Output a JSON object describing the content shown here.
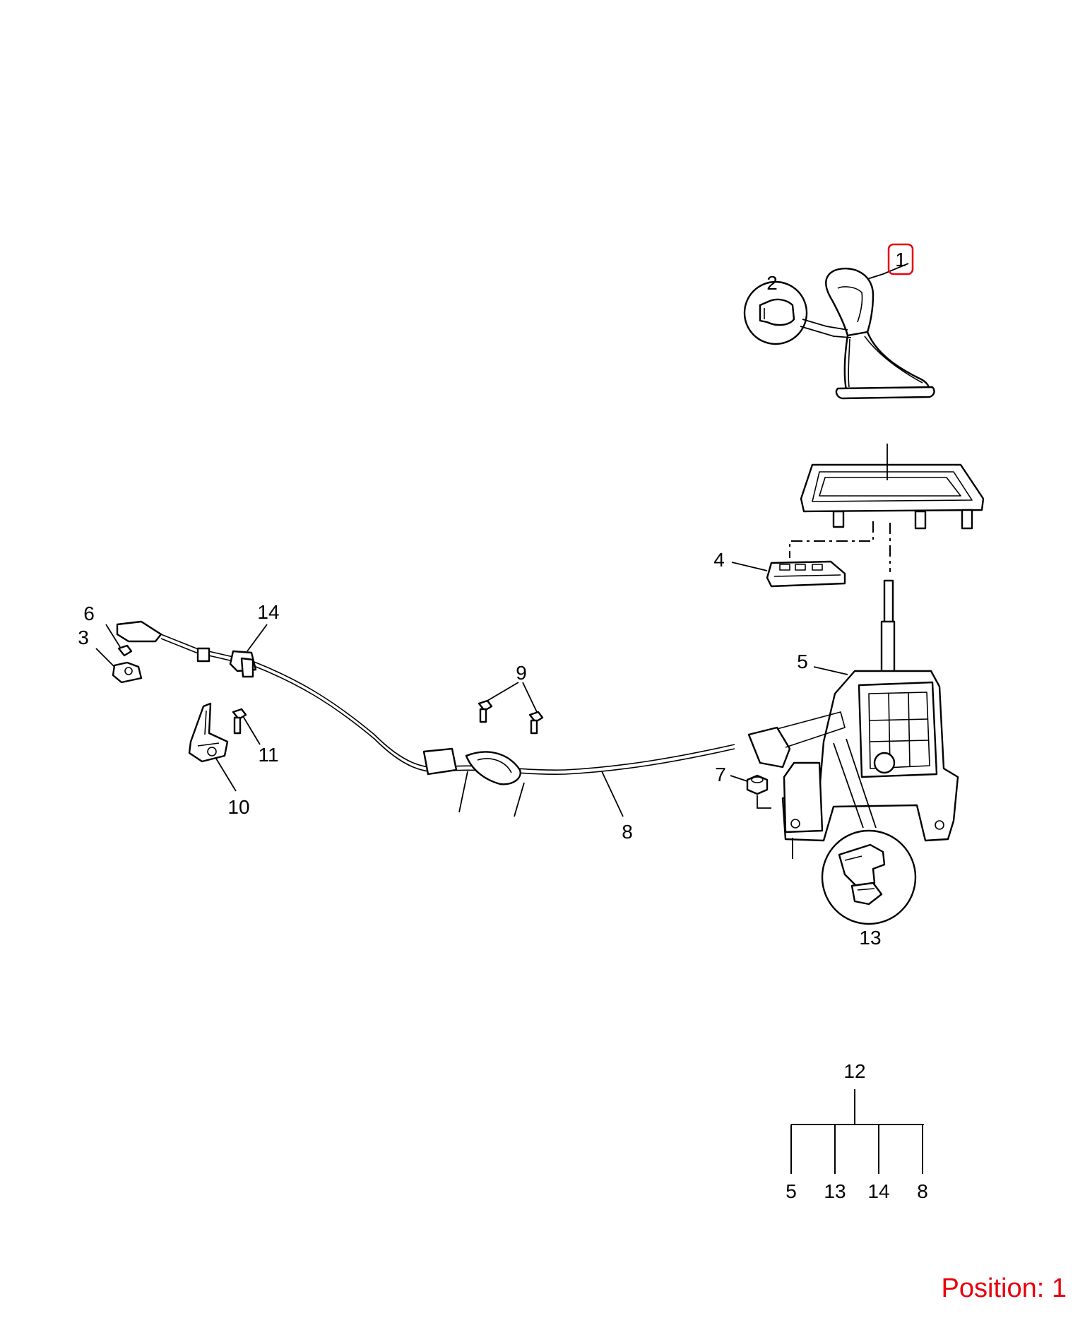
{
  "callouts": {
    "c1": "1",
    "c2": "2",
    "c3": "3",
    "c4": "4",
    "c5": "5",
    "c6": "6",
    "c7": "7",
    "c8": "8",
    "c9": "9",
    "c10": "10",
    "c11": "11",
    "c13": "13",
    "c14": "14"
  },
  "tree": {
    "root": "12",
    "children": [
      "5",
      "13",
      "14",
      "8"
    ]
  },
  "highlight": {
    "callout": "1",
    "color": "#e8000d"
  },
  "position": {
    "text": "Position: 1",
    "color": "#e8000d"
  }
}
